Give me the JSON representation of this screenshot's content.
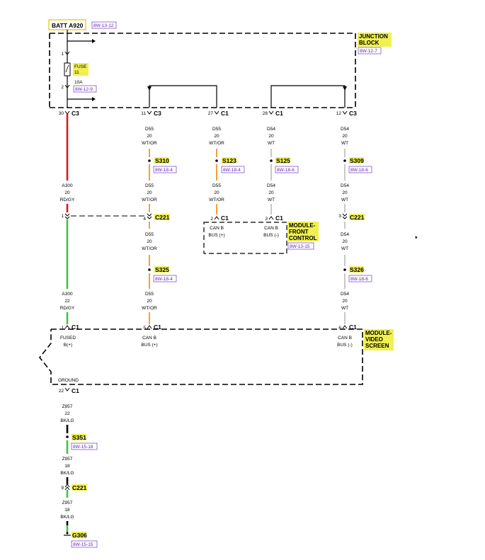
{
  "source": {
    "label": "BATT A920",
    "ref": "8W-13-12"
  },
  "junction_block": {
    "label_line1": "JUNCTION",
    "label_line2": "BLOCK",
    "ref": "8W-12-7"
  },
  "fuse": {
    "label_line1": "FUSE",
    "label_line2": "11",
    "rating": "10A",
    "ref": "8W-12-9",
    "pin_top": "1",
    "pin_bottom": "2"
  },
  "top_connectors": [
    {
      "pin": "30",
      "name": "C3"
    },
    {
      "pin": "11",
      "name": "C3"
    },
    {
      "pin": "27",
      "name": "C1"
    },
    {
      "pin": "28",
      "name": "C1"
    },
    {
      "pin": "12",
      "name": "C3"
    }
  ],
  "wires_upper": [
    {
      "circuit": "D55",
      "gauge": "20",
      "color": "WT/OR"
    },
    {
      "circuit": "D55",
      "gauge": "20",
      "color": "WT/OR"
    },
    {
      "circuit": "D54",
      "gauge": "20",
      "color": "WT"
    },
    {
      "circuit": "D54",
      "gauge": "20",
      "color": "WT"
    }
  ],
  "splices_upper": [
    {
      "name": "S310",
      "ref": "8W-18-4"
    },
    {
      "name": "S123",
      "ref": "8W-18-4"
    },
    {
      "name": "S125",
      "ref": "8W-18-6"
    },
    {
      "name": "S309",
      "ref": "8W-18-6"
    }
  ],
  "wires_mid": [
    {
      "circuit": "A300",
      "gauge": "20",
      "color": "RD/GY"
    },
    {
      "circuit": "D55",
      "gauge": "20",
      "color": "WT/OR"
    },
    {
      "circuit": "D55",
      "gauge": "20",
      "color": "WT/OR"
    },
    {
      "circuit": "D54",
      "gauge": "20",
      "color": "WT"
    },
    {
      "circuit": "D54",
      "gauge": "20",
      "color": "WT"
    }
  ],
  "inline_c221": [
    {
      "pin": "1",
      "name": ""
    },
    {
      "pin": "4",
      "name": "C221"
    },
    {
      "pin": "3",
      "name": "C221"
    }
  ],
  "module_front": {
    "label_line1": "MODULE-",
    "label_line2": "FRONT",
    "label_line3": "CONTROL",
    "ref": "8W-13-15",
    "pin_a": "2",
    "conn_a": "C1",
    "can_a1": "CAN B",
    "can_a2": "BUS (+)",
    "pin_b": "3",
    "conn_b": "C1",
    "can_b1": "CAN B",
    "can_b2": "BUS (-)"
  },
  "wires_lower_a": [
    {
      "circuit": "D55",
      "gauge": "20",
      "color": "WT/OR"
    },
    {
      "circuit": "D54",
      "gauge": "20",
      "color": "WT"
    }
  ],
  "splices_lower": [
    {
      "name": "S325",
      "ref": "8W-18-4"
    },
    {
      "name": "S326",
      "ref": "8W-18-6"
    }
  ],
  "wires_lower_b": [
    {
      "circuit": "A300",
      "gauge": "22",
      "color": "RD/GY"
    },
    {
      "circuit": "D55",
      "gauge": "20",
      "color": "WT/OR"
    },
    {
      "circuit": "D54",
      "gauge": "20",
      "color": "WT"
    }
  ],
  "module_video": {
    "label_line1": "MODULE-",
    "label_line2": "VIDEO",
    "label_line3": "SCREEN",
    "pins": [
      {
        "pin": "1",
        "name": "C1",
        "desc1": "FUSED",
        "desc2": "B(+)"
      },
      {
        "pin": "5",
        "name": "C1",
        "desc1": "CAN B",
        "desc2": "BUS (+)"
      },
      {
        "pin": "6",
        "name": "C1",
        "desc1": "CAN B",
        "desc2": "BUS (-)"
      }
    ],
    "ground_label": "GROUND",
    "ground_pin": "22",
    "ground_conn": "C1"
  },
  "ground_wire_1": {
    "circuit": "Z957",
    "gauge": "22",
    "color": "BK/LG"
  },
  "ground_splice": {
    "name": "S351",
    "ref": "8W-15-18"
  },
  "ground_wire_2": {
    "circuit": "Z957",
    "gauge": "18",
    "color": "BK/LG"
  },
  "ground_inline": {
    "pin": "9",
    "name": "C221"
  },
  "ground_wire_3": {
    "circuit": "Z957",
    "gauge": "18",
    "color": "BK/LG"
  },
  "ground_point": {
    "name": "G306",
    "ref": "8W-15-15"
  },
  "side_mark": "*",
  "colors": {
    "red": "#e01818",
    "green": "#3ec63e",
    "orange": "#f0a040",
    "white_wire": "#c8c8c8",
    "black": "#000000",
    "label_bg": "#f0f050",
    "ref_text": "#5a1ab0"
  }
}
